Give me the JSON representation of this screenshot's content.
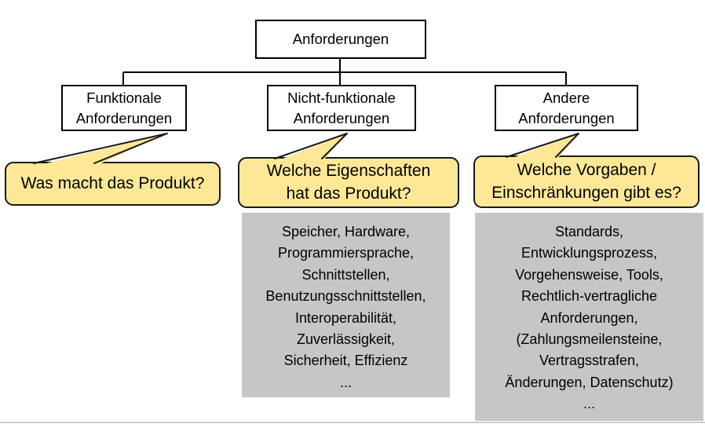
{
  "root": {
    "label": "Anforderungen"
  },
  "branches": [
    {
      "node_lines": [
        "Funktionale",
        "Anforderungen"
      ],
      "question_lines": [
        "Was macht das Produkt?"
      ],
      "detail_lines": []
    },
    {
      "node_lines": [
        "Nicht-funktionale",
        "Anforderungen"
      ],
      "question_lines": [
        "Welche Eigenschaften",
        "hat das Produkt?"
      ],
      "detail_lines": [
        "Speicher, Hardware,",
        "Programmiersprache,",
        "Schnittstellen,",
        "Benutzungsschnittstellen,",
        "Interoperabilität,",
        "Zuverlässigkeit,",
        "Sicherheit, Effizienz",
        "..."
      ]
    },
    {
      "node_lines": [
        "Andere",
        "Anforderungen"
      ],
      "question_lines": [
        "Welche Vorgaben /",
        "Einschränkungen gibt es?"
      ],
      "detail_lines": [
        "Standards,",
        "Entwicklungsprozess,",
        "Vorgehensweise, Tools,",
        "Rechtlich-vertragliche",
        "Anforderungen,",
        "(Zahlungsmeilensteine,",
        "Vertragsstrafen,",
        "Änderungen, Datenschutz)",
        "..."
      ]
    }
  ],
  "colors": {
    "callout_fill": "#FCE896",
    "callout_border": "#1a1a1a",
    "node_border": "#000000",
    "detail_fill": "#C6C6C6",
    "text": "#000000",
    "background": "#FFFFFF"
  }
}
